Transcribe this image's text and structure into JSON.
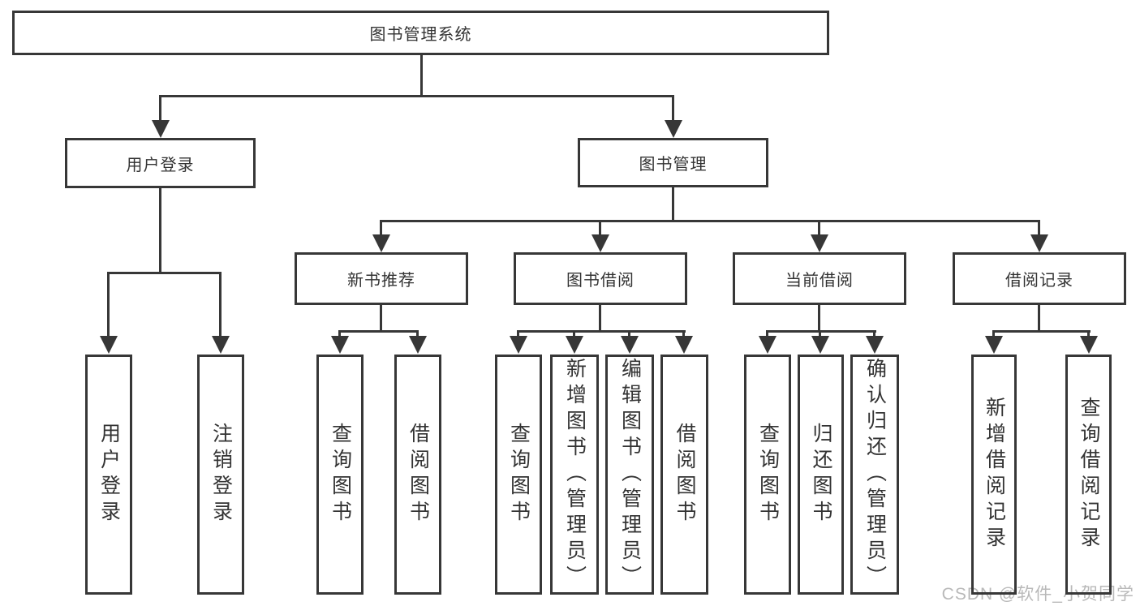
{
  "diagram": {
    "root": {
      "label": "图书管理系统"
    },
    "level2": [
      {
        "label": "用户登录"
      },
      {
        "label": "图书管理"
      }
    ],
    "level3": [
      {
        "label": "新书推荐"
      },
      {
        "label": "图书借阅"
      },
      {
        "label": "当前借阅"
      },
      {
        "label": "借阅记录"
      }
    ],
    "leaves": {
      "login": [
        "用户登录",
        "注销登录"
      ],
      "recommend": [
        "查询图书",
        "借阅图书"
      ],
      "borrow": [
        "查询图书",
        "新增图书（管理员）",
        "编辑图书（管理员）",
        "借阅图书"
      ],
      "current": [
        "查询图书",
        "归还图书",
        "确认归还（管理员）"
      ],
      "records": [
        "新增借阅记录",
        "查询借阅记录"
      ]
    }
  },
  "watermark": {
    "text": "CSDN @软件_小贺同学"
  },
  "colors": {
    "line": "#373737",
    "text": "#333333",
    "watermark": "#b9b9b9",
    "background": "#ffffff"
  }
}
